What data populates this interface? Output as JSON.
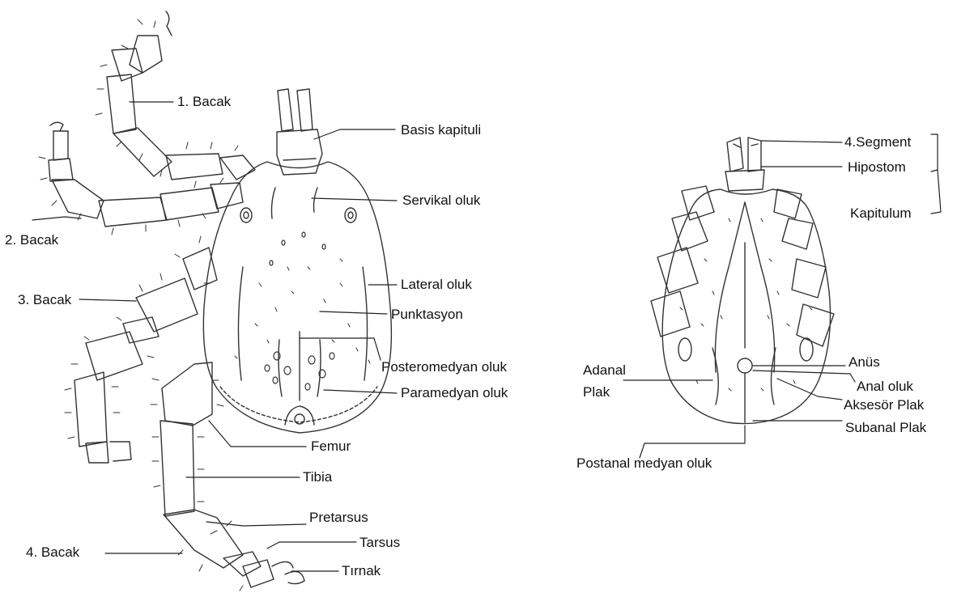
{
  "diagram": {
    "left_figure": {
      "labels": {
        "leg1": "1. Bacak",
        "leg2": "2. Bacak",
        "leg3": "3. Bacak",
        "leg4": "4. Bacak",
        "basis": "Basis kapituli",
        "servikal": "Servikal oluk",
        "lateral": "Lateral oluk",
        "punktasyon": "Punktasyon",
        "posteromedyan": "Posteromedyan oluk",
        "paramedyan": "Paramedyan oluk",
        "femur": "Femur",
        "tibia": "Tibia",
        "pretarsus": "Pretarsus",
        "tarsus": "Tarsus",
        "tirnak": "Tırnak"
      }
    },
    "right_figure": {
      "labels": {
        "segment4": "4.Segment",
        "hipostom": "Hipostom",
        "kapitulum": "Kapitulum",
        "anus": "Anüs",
        "adanal_line1": "Adanal",
        "adanal_line2": "Plak",
        "anal_oluk": "Anal oluk",
        "aksesor": "Aksesör Plak",
        "subanal": "Subanal Plak",
        "postanal": "Postanal medyan oluk"
      }
    }
  }
}
